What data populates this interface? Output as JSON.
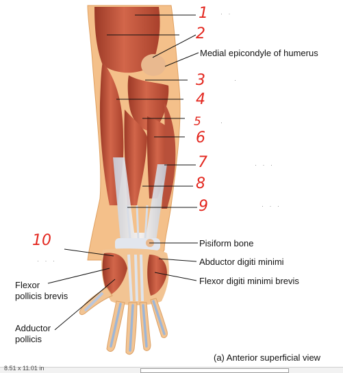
{
  "labels": {
    "medial_epicondyle": "Medial epicondyle of humerus",
    "pisiform": "Pisiform bone",
    "abductor_digiti_minimi": "Abductor digiti minimi",
    "flexor_digiti_minimi_brevis": "Flexor digiti minimi brevis",
    "flexor_pollicis_brevis_1": "Flexor",
    "flexor_pollicis_brevis_2": "pollicis brevis",
    "adductor_pollicis_1": "Adductor",
    "adductor_pollicis_2": "pollicis",
    "caption": "(a) Anterior superficial view"
  },
  "handwritten_numbers": [
    "1",
    "2",
    "3",
    "4",
    "5",
    "6",
    "7",
    "8",
    "9",
    "10"
  ],
  "status_bar": {
    "text": "8.51 x 11.01 in"
  },
  "colors": {
    "muscle": "#c8553d",
    "tendon": "#e8ecf2",
    "annotation": "#e3261e"
  }
}
